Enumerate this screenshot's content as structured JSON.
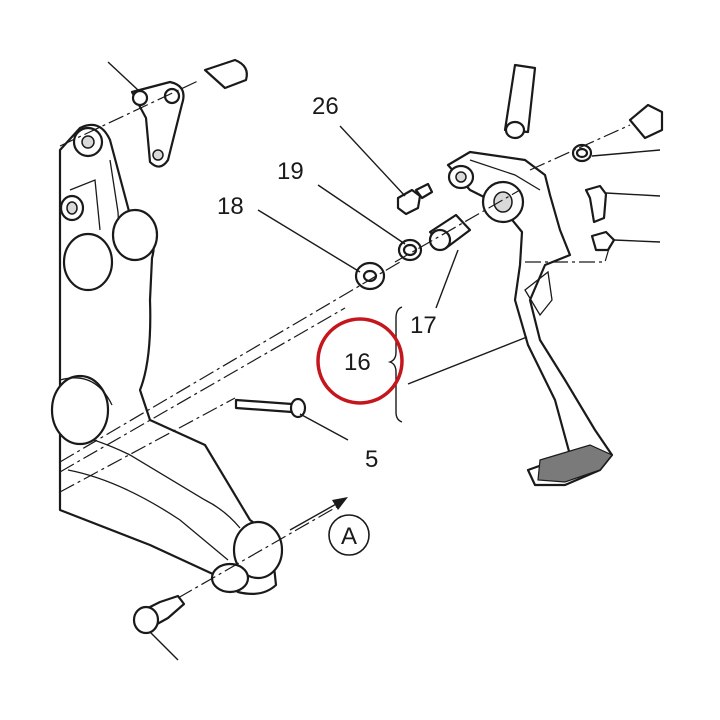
{
  "diagram": {
    "labels": {
      "l26": "26",
      "l19": "19",
      "l18": "18",
      "l17": "17",
      "l16": "16",
      "l5": "5",
      "lA": "A"
    },
    "highlight_color": "#c4161c",
    "line_color": "#1a1a1a"
  }
}
